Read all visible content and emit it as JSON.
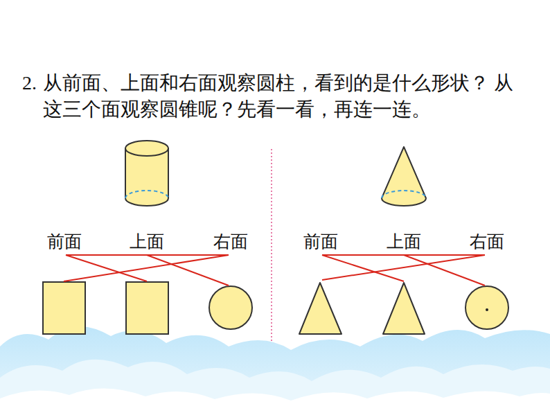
{
  "diagram": {
    "title": "从前面、上面和右面观察圆柱，看到的是什么形状？ 从这三个面观察圆锥呢？先看一看，再连一连。",
    "labels": [
      "2.",
      "前面",
      "上面",
      "右面",
      "前面",
      "上面",
      "右面"
    ]
  }
}
